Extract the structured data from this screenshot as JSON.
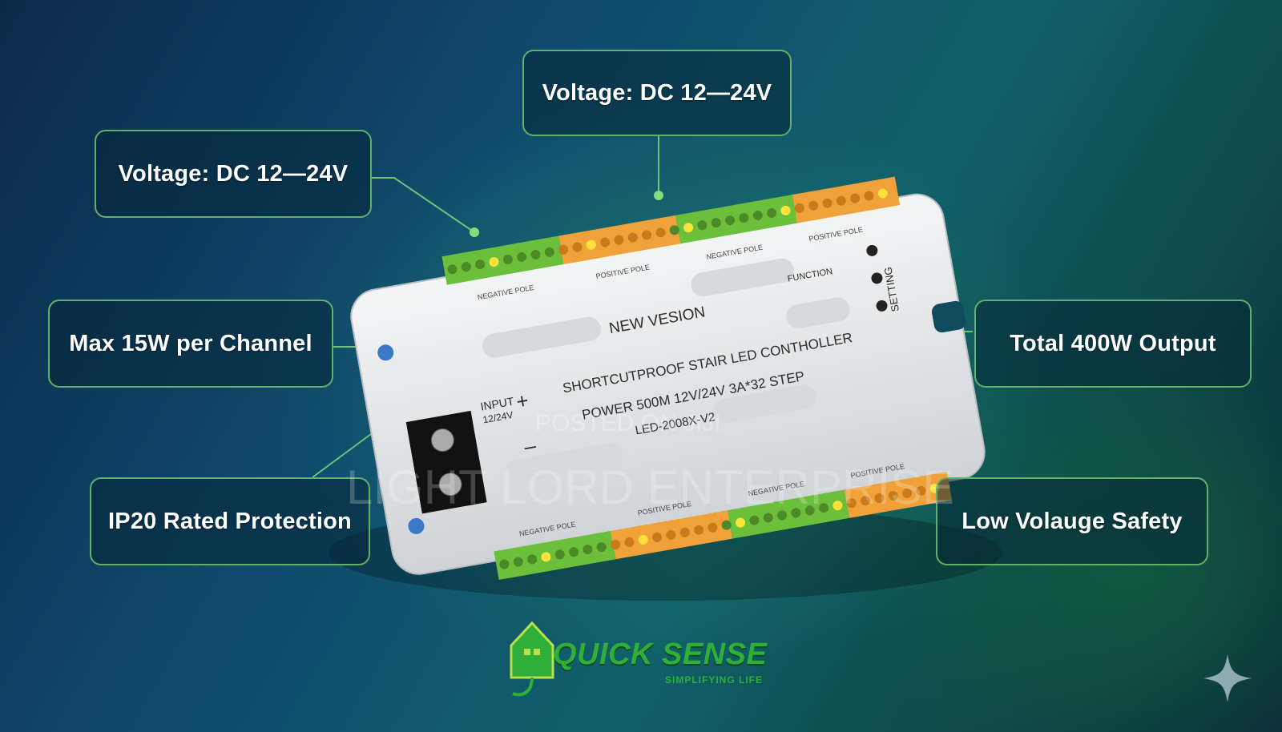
{
  "callouts": {
    "voltage_top": "Voltage: DC 12—24V",
    "voltage_left": "Voltage: DC 12—24V",
    "max_power": "Max 15W per Channel",
    "ip_rating": "IP20 Rated Protection",
    "total_output": "Total 400W Output",
    "low_voltage": "Low Volauge Safety"
  },
  "device": {
    "line1": "NEW VESION",
    "line2": "SHORTCUTPROOF STAIR LED CONTHOLLER",
    "line3": "POWER 500M 12V/24V 3A*32 STEP",
    "model": "LED-2008X-V2",
    "input_label": "INPUT",
    "input_voltage": "12/24V",
    "plus": "+",
    "minus": "–",
    "function_label": "FUNCTION",
    "setting_label": "SETTING",
    "pole_top_left": "NEGATIVE POLE",
    "pole_top_mid": "POSITIVE POLE",
    "pole_top_right": "NEGATIVE POLE",
    "pole_top_far": "POSITIVE POLE",
    "pole_bot_left": "NEGATIVE POLE",
    "pole_bot_mid": "POSITIVE POLE",
    "pole_bot_right": "NEGATIVE POLE",
    "pole_bot_far": "POSITIVE POLE"
  },
  "watermark": {
    "posted": "POSTED ON JIJI",
    "company": "LIGHT LORD ENTERPRISE"
  },
  "logo": {
    "name": "QUICK SENSE",
    "tagline": "SIMPLIFYING LIFE"
  },
  "colors": {
    "accent_green": "#5fb06a",
    "terminal_green": "#6cbf3a",
    "terminal_orange": "#f0a13a"
  }
}
